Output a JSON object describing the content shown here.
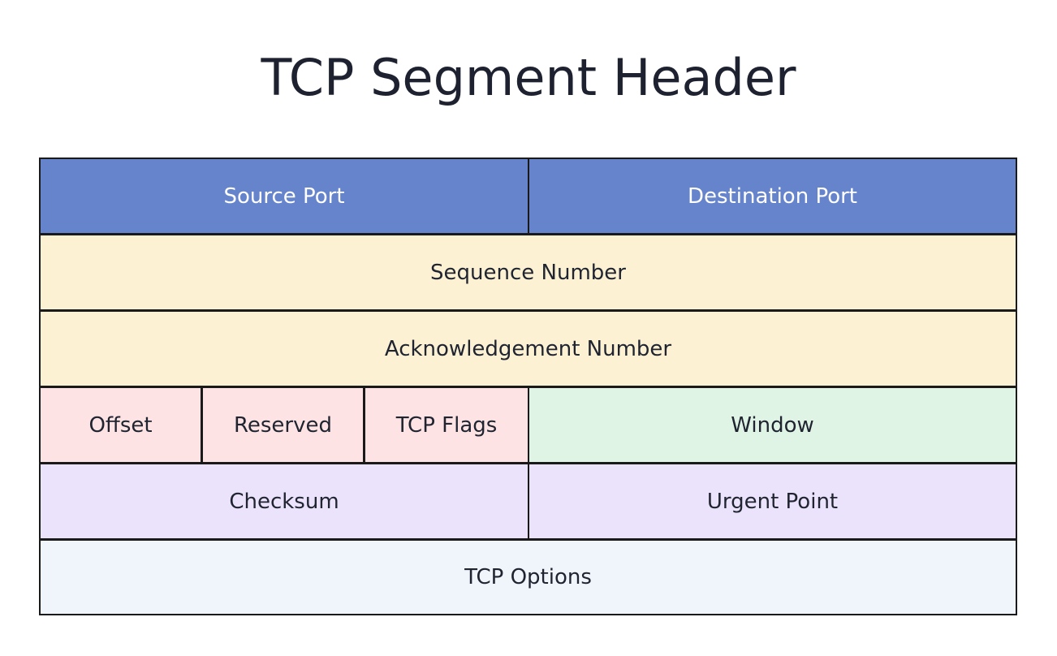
{
  "diagram": {
    "title": "TCP Segment Header",
    "colors": {
      "ports": "#6584cc",
      "numbers": "#fdf1d3",
      "offset_group": "#fde3e3",
      "window": "#e0f4e6",
      "checksum_group": "#ebe3fb",
      "options": "#f0f4fb",
      "border": "#1a1a1a"
    },
    "rows": [
      {
        "fields": [
          {
            "label": "Source Port"
          },
          {
            "label": "Destination Port"
          }
        ]
      },
      {
        "fields": [
          {
            "label": "Sequence Number"
          }
        ]
      },
      {
        "fields": [
          {
            "label": "Acknowledgement Number"
          }
        ]
      },
      {
        "fields": [
          {
            "label": "Offset"
          },
          {
            "label": "Reserved"
          },
          {
            "label": "TCP Flags"
          },
          {
            "label": "Window"
          }
        ]
      },
      {
        "fields": [
          {
            "label": "Checksum"
          },
          {
            "label": "Urgent Point"
          }
        ]
      },
      {
        "fields": [
          {
            "label": "TCP Options"
          }
        ]
      }
    ]
  }
}
